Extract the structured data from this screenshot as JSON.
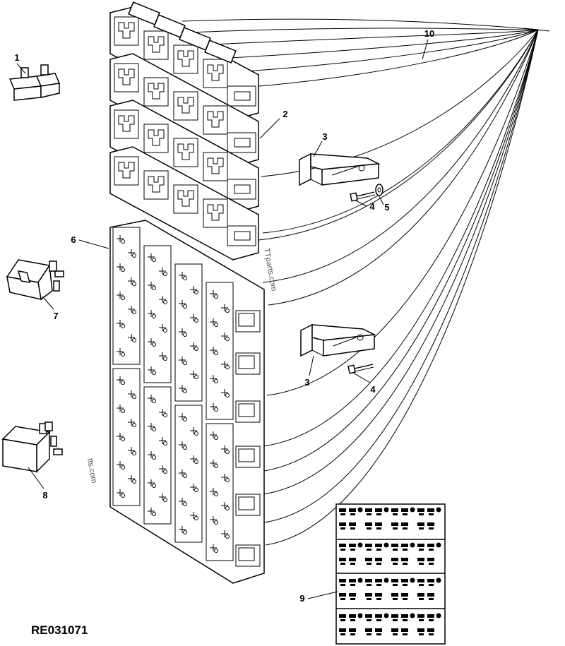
{
  "figure_id": "RE031071",
  "callouts": [
    "1",
    "2",
    "3",
    "4",
    "5",
    "6",
    "7",
    "8",
    "9",
    "3",
    "4",
    "10"
  ],
  "watermark": {
    "upper": "TTparts.com",
    "lower": "tts.com"
  }
}
